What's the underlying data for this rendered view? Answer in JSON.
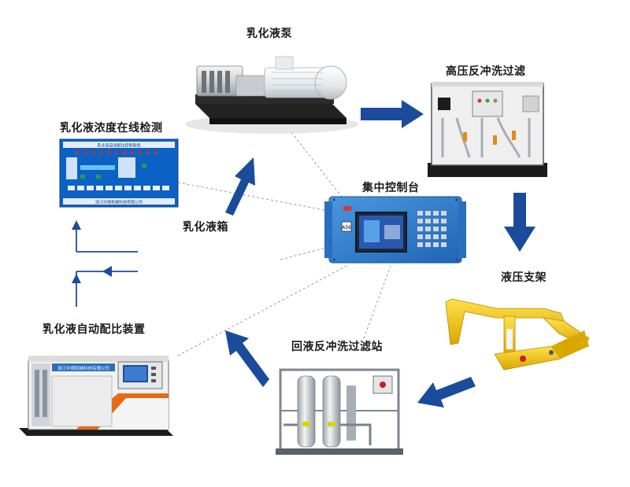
{
  "labels": {
    "emulsion_pump": "乳化液泵",
    "hp_backflush_filter": "高压反冲洗过滤",
    "concentration_monitor": "乳化液浓度在线检测",
    "central_console": "集中控制台",
    "emulsion_tank": "乳化液箱",
    "hydraulic_support": "液压支架",
    "auto_mixing_device": "乳化液自动配比装置",
    "return_backflush_station": "回液反冲洗过滤站"
  },
  "screen_texts": {
    "monitor_title": "乳化液自动配比控制系统",
    "monitor_footer": "浙江中煤机械科技有限公司",
    "mixer_company": "浙江中煤机械科技有限公司",
    "console_badge": "A56"
  },
  "colors": {
    "arrow_blue": "#1b4b9b",
    "device_blue": "#2f7fd0",
    "support_yellow": "#f2c500",
    "frame_black": "#1c1c1c",
    "connector_gray": "#9a9a9a"
  }
}
